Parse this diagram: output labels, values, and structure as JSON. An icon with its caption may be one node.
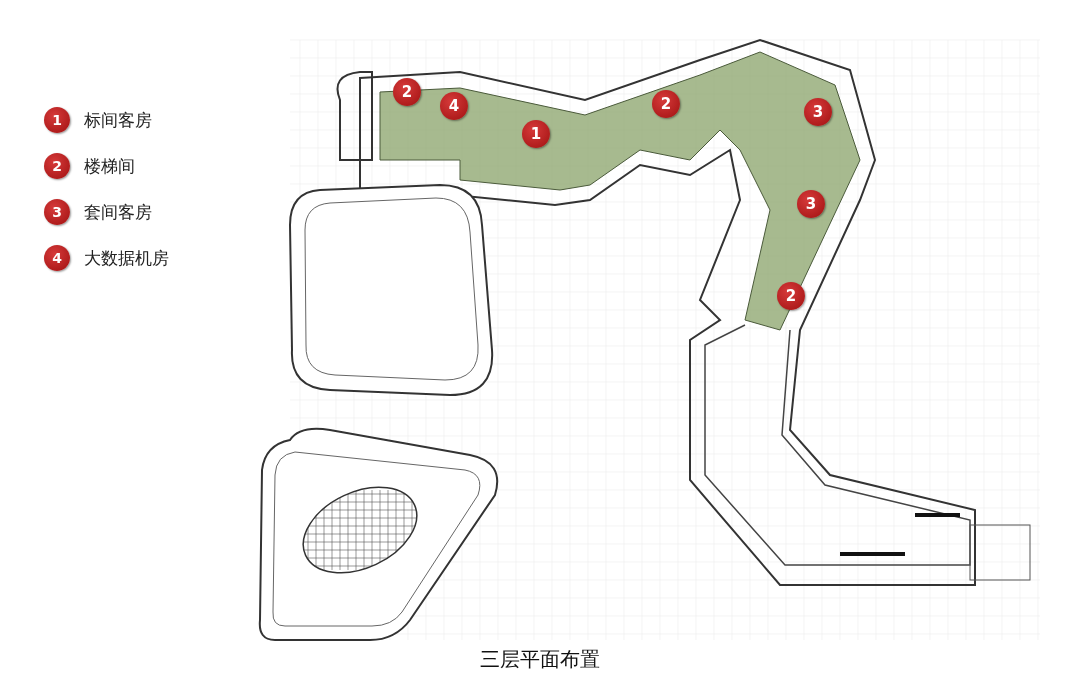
{
  "diagram": {
    "caption": "三层平面布置",
    "labels": [
      "1",
      "2",
      "3",
      "4",
      "2",
      "4",
      "1",
      "2",
      "3",
      "3",
      "2"
    ],
    "legend": [
      {
        "text": "标间客房"
      },
      {
        "text": "楼梯间"
      },
      {
        "text": "套间客房"
      },
      {
        "text": "大数据机房"
      }
    ]
  }
}
